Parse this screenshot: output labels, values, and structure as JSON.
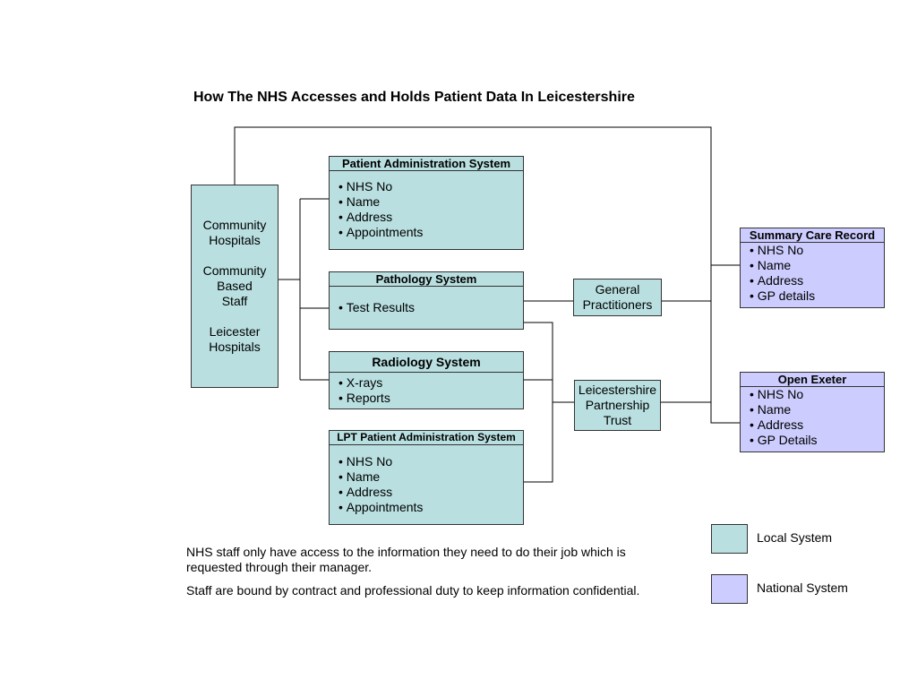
{
  "title": "How The NHS Accesses and Holds Patient Data In Leicestershire",
  "colors": {
    "local": "#b9dfe0",
    "national": "#ccccfe",
    "border": "#333333"
  },
  "sources": {
    "lines": [
      "Community",
      "Hospitals",
      "",
      "Community",
      "Based",
      "Staff",
      "",
      "Leicester",
      "Hospitals"
    ]
  },
  "systems": [
    {
      "title": "Patient Administration System",
      "items": [
        "NHS No",
        "Name",
        "Address",
        "Appointments"
      ]
    },
    {
      "title": "Pathology System",
      "items": [
        "Test Results"
      ]
    },
    {
      "title": "Radiology System",
      "items": [
        "X-rays",
        "Reports"
      ]
    },
    {
      "title": "LPT Patient Administration System",
      "items": [
        "NHS No",
        "Name",
        "Address",
        "Appointments"
      ]
    }
  ],
  "intermediaries": {
    "gp": [
      "General",
      "Practitioners"
    ],
    "lpt": [
      "Leicestershire",
      "Partnership",
      "Trust"
    ]
  },
  "national_systems": [
    {
      "title": "Summary Care Record",
      "items": [
        "NHS No",
        "Name",
        "Address",
        "GP details"
      ]
    },
    {
      "title": "Open Exeter",
      "items": [
        "NHS No",
        "Name",
        "Address",
        "GP Details"
      ]
    }
  ],
  "notes": [
    "NHS staff only have access to the information they need to do their job which is requested through their manager.",
    "Staff are bound by contract and professional duty to keep information confidential."
  ],
  "legend": {
    "local": "Local System",
    "national": "National System"
  }
}
